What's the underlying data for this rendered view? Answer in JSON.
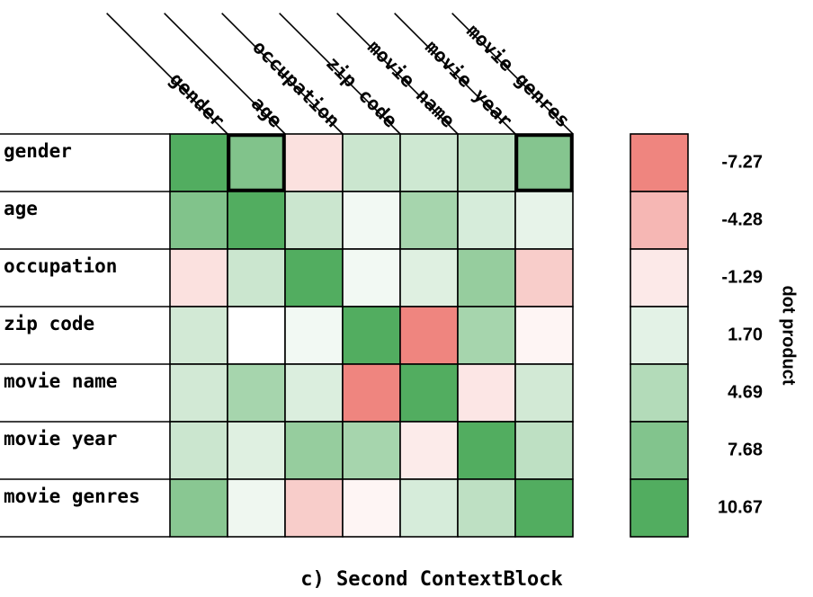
{
  "chart_data": {
    "type": "heatmap",
    "caption": "c) Second ContextBlock",
    "legend_title": "dot product",
    "features": [
      "gender",
      "age",
      "occupation",
      "zip code",
      "movie name",
      "movie year",
      "movie genres"
    ],
    "values": [
      [
        10.67,
        7.8,
        -1.8,
        3.2,
        3.0,
        4.0,
        7.5
      ],
      [
        7.8,
        10.67,
        3.2,
        0.8,
        5.5,
        2.5,
        1.5
      ],
      [
        -1.8,
        3.2,
        10.67,
        0.8,
        2.0,
        6.5,
        -3.0
      ],
      [
        2.8,
        0.0,
        0.8,
        10.67,
        -7.27,
        5.5,
        -0.6
      ],
      [
        2.8,
        5.5,
        2.2,
        -7.27,
        10.67,
        -1.5,
        2.8
      ],
      [
        3.2,
        2.0,
        6.5,
        5.5,
        -1.2,
        10.67,
        4.0
      ],
      [
        7.3,
        1.0,
        -3.0,
        -0.6,
        2.5,
        4.0,
        10.67
      ]
    ],
    "highlighted_cells": [
      [
        0,
        1
      ],
      [
        0,
        6
      ]
    ],
    "colorbar": {
      "ticks": [
        "-7.27",
        "-4.28",
        "-1.29",
        "1.70",
        "4.69",
        "7.68",
        "10.67"
      ],
      "tick_values": [
        -7.27,
        -4.28,
        -1.29,
        1.7,
        4.69,
        7.68,
        10.67
      ],
      "vmin": -7.27,
      "vmax": 10.67
    },
    "colors": {
      "negative": "#ef857f",
      "neutral": "#ffffff",
      "positive": "#52ad60",
      "outline": "#000000"
    }
  }
}
